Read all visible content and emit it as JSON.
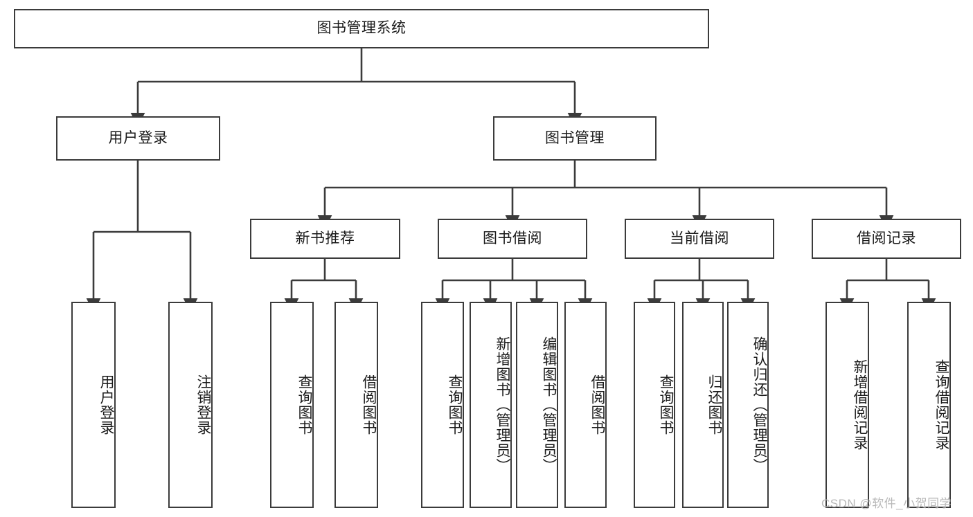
{
  "diagram": {
    "title_box": {
      "label": "图书管理系统"
    },
    "level2": [
      {
        "label": "用户登录"
      },
      {
        "label": "图书管理"
      }
    ],
    "level3": [
      {
        "label": "新书推荐"
      },
      {
        "label": "图书借阅"
      },
      {
        "label": "当前借阅"
      },
      {
        "label": "借阅记录"
      }
    ],
    "leaves": [
      {
        "label": "用户登录"
      },
      {
        "label": "注销登录"
      },
      {
        "label": "查询图书"
      },
      {
        "label": "借阅图书"
      },
      {
        "label": "查询图书"
      },
      {
        "label": "新增图书（管理员）"
      },
      {
        "label": "编辑图书（管理员）"
      },
      {
        "label": "借阅图书"
      },
      {
        "label": "查询图书"
      },
      {
        "label": "归还图书"
      },
      {
        "label": "确认归还（管理员）"
      },
      {
        "label": "新增借阅记录"
      },
      {
        "label": "查询借阅记录"
      }
    ]
  },
  "watermark": {
    "text": "CSDN @软件_小贺同学"
  },
  "colors": {
    "stroke": "#3b3b3b",
    "fill": "#ffffff",
    "text": "#1a1a1a",
    "watermark": "#b8b8b8"
  }
}
